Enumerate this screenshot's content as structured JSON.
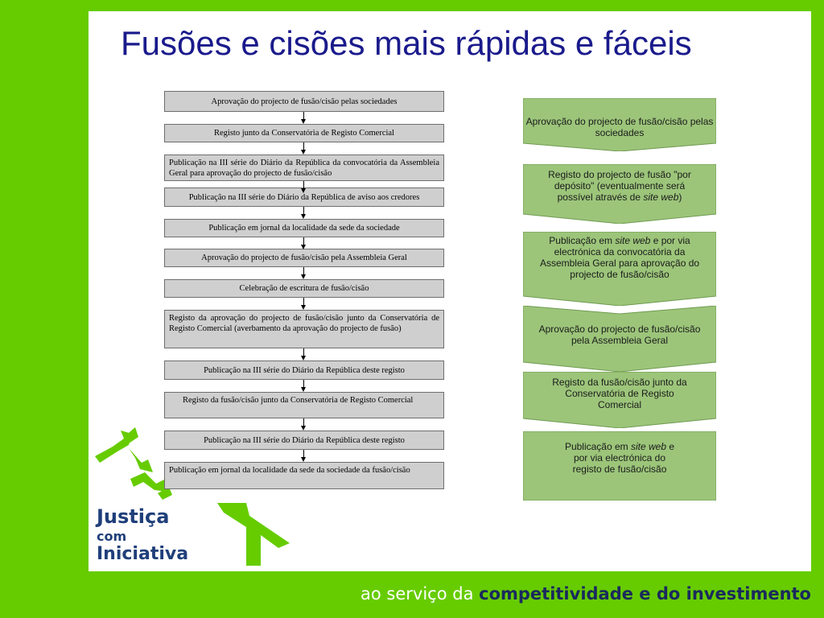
{
  "title": "Fusões e cisões mais rápidas e fáceis",
  "left_steps": [
    "Aprovação do projecto de fusão/cisão pelas sociedades",
    "Registo junto da Conservatória de Registo Comercial",
    "Publicação na III série do Diário da República da convocatória da Assembleia Geral para aprovação do projecto de fusão/cisão",
    "Publicação na III série do Diário da República de aviso aos credores",
    "Publicação em jornal da localidade da sede da sociedade",
    "Aprovação do projecto de fusão/cisão pela Assembleia Geral",
    "Celebração de escritura de fusão/cisão",
    "Registo da aprovação do projecto de fusão/cisão junto da Conservatória de Registo Comercial (averbamento da aprovação do projecto de fusão)",
    "Publicação na III série do Diário da República deste registo",
    "Registo da fusão/cisão junto da Conservatória de Registo Comercial",
    "Publicação na III série do Diário da República deste registo",
    "Publicação em jornal da localidade da sede da sociedade da fusão/cisão"
  ],
  "right_steps": {
    "s1": "Aprovação do projecto de fusão/cisão pelas sociedades",
    "s2_a": "Registo do projecto de fusão \"por depósito\" (eventualmente será possível através de ",
    "s2_em": "site web",
    "s2_b": ")",
    "s3_a": "Publicação em ",
    "s3_em": "site web",
    "s3_b": " e por via electrónica da convocatória da Assembleia Geral para aprovação do projecto de fusão/cisão",
    "s4": "Aprovação do projecto de fusão/cisão pela Assembleia Geral",
    "s5": "Registo da fusão/cisão junto da Conservatória de Registo Comercial",
    "s6_a": "Publicação em ",
    "s6_em": "site web",
    "s6_b": " e por via electrónica do registo de fusão/cisão"
  },
  "logo": {
    "line1": "Justiça",
    "line2": "com",
    "line3": "Iniciativa"
  },
  "footer": {
    "prefix": "ao serviço da ",
    "bold": "competitividade e do investimento"
  },
  "colors": {
    "background": "#66cc00",
    "title": "#1a1a8c",
    "left_box": "#cfcfcf",
    "right_box": "#9cc57a",
    "logo": "#1f3f7a",
    "footer_bold": "#1a2a5e"
  }
}
